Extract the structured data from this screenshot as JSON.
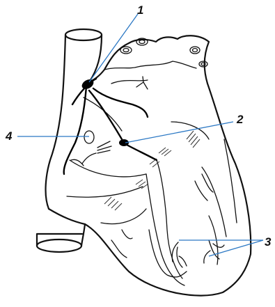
{
  "labels": {
    "l1": "1",
    "l2": "2",
    "l3": "3",
    "l4": "4"
  },
  "colors": {
    "line": "#111111",
    "callout": "#2b78c4",
    "background": "#ffffff"
  }
}
